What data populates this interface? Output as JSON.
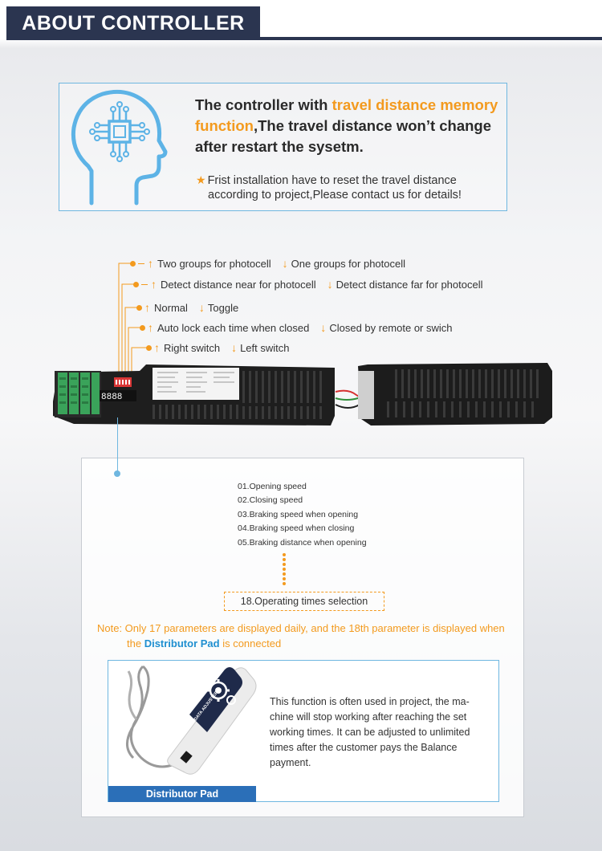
{
  "header": {
    "title": "ABOUT CONTROLLER"
  },
  "intro": {
    "title_part1": "The controller with ",
    "title_highlight": "travel distance memory function",
    "title_part2": ",The travel distance won’t change after restart the sysetm.",
    "note_line1": "Frist installation have to reset the travel distance",
    "note_line2": "according to project,Please contact us for details!"
  },
  "dip_switches": [
    {
      "up": "Two groups for photocell",
      "down": "One groups  for photocell"
    },
    {
      "up": "Detect distance near for photocell",
      "down": "Detect distance far for photocell"
    },
    {
      "up": "Normal",
      "down": "Toggle"
    },
    {
      "up": "Auto lock each time when closed",
      "down": "Closed by remote or swich"
    },
    {
      "up": "Right switch",
      "down": "Left switch"
    }
  ],
  "parameters": {
    "items": [
      "01.Opening speed",
      "02.Closing speed",
      "03.Braking speed when opening",
      "04.Braking speed when closing",
      "05.Braking distance when opening"
    ],
    "last_item": "18.Operating times selection",
    "note_line1": "Note: Only 17 parameters are displayed daily, and the 18th parameter is displayed when",
    "note_line2_pre": "the ",
    "note_line2_highlight": "Distributor Pad",
    "note_line2_post": " is connected"
  },
  "distributor_pad": {
    "label": "Distributor Pad",
    "device_text": "DATA ADJUSTER",
    "description": "This function is often used in project, the ma-chine will stop working after reaching the set working times. It can be adjusted to unlimited times after the customer pays the Balance payment."
  },
  "colors": {
    "accent": "#f39a1e",
    "navy": "#2b3550",
    "blue": "#2b6fb8",
    "light_blue": "#6fb7e0"
  }
}
